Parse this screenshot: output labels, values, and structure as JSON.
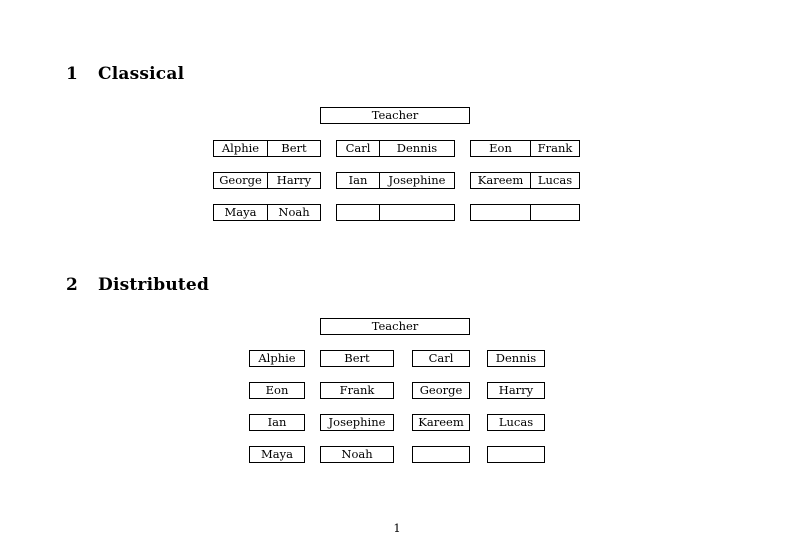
{
  "document": {
    "page_number": "1"
  },
  "sections": [
    {
      "number": "1",
      "title": "Classical",
      "root": {
        "label": "Teacher"
      },
      "groups": [
        {
          "rows": [
            [
              "Alphie",
              "Bert"
            ],
            [
              "George",
              "Harry"
            ],
            [
              "Maya",
              "Noah"
            ]
          ]
        },
        {
          "rows": [
            [
              "Carl",
              "Dennis"
            ],
            [
              "Ian",
              "Josephine"
            ],
            [
              "",
              ""
            ]
          ]
        },
        {
          "rows": [
            [
              "Eon",
              "Frank"
            ],
            [
              "Kareem",
              "Lucas"
            ],
            [
              "",
              ""
            ]
          ]
        }
      ]
    },
    {
      "number": "2",
      "title": "Distributed",
      "root": {
        "label": "Teacher"
      },
      "rows": [
        [
          "Alphie",
          "Bert",
          "Carl",
          "Dennis"
        ],
        [
          "Eon",
          "Frank",
          "George",
          "Harry"
        ],
        [
          "Ian",
          "Josephine",
          "Kareem",
          "Lucas"
        ],
        [
          "Maya",
          "Noah",
          "",
          ""
        ]
      ]
    }
  ]
}
